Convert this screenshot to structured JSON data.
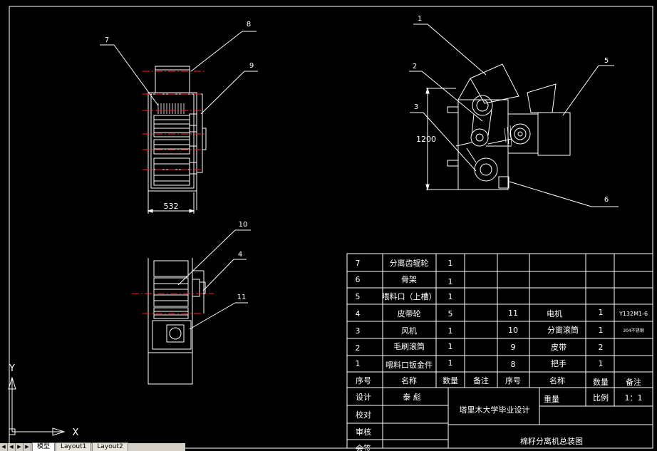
{
  "balloons": {
    "b1": "1",
    "b2": "2",
    "b3": "3",
    "b4": "4",
    "b5": "5",
    "b6": "6",
    "b7": "7",
    "b8": "8",
    "b9": "9",
    "b10": "10",
    "b11": "11"
  },
  "dimensions": {
    "width_label": "532",
    "height_label": "1200"
  },
  "ucs": {
    "y": "Y",
    "x": "X"
  },
  "bom": {
    "left_rows": [
      {
        "no": "7",
        "name": "分离齿辊轮",
        "qty": "1"
      },
      {
        "no": "6",
        "name": "骨架",
        "qty": "1"
      },
      {
        "no": "5",
        "name": "喂料口（上槽）",
        "qty": "1"
      },
      {
        "no": "4",
        "name": "皮带轮",
        "qty": "5"
      },
      {
        "no": "3",
        "name": "风机",
        "qty": "1"
      },
      {
        "no": "2",
        "name": "毛刷滚筒",
        "qty": "1"
      },
      {
        "no": "1",
        "name": "喂料口钣金件",
        "qty": "1"
      }
    ],
    "right_rows": [
      {
        "no": "11",
        "name": "电机",
        "qty": "1",
        "note": "Y132M1-6"
      },
      {
        "no": "10",
        "name": "分离滚筒",
        "qty": "1",
        "note": "304不锈钢"
      },
      {
        "no": "9",
        "name": "皮带",
        "qty": "2",
        "note": ""
      },
      {
        "no": "8",
        "name": "把手",
        "qty": "1",
        "note": ""
      }
    ],
    "header": {
      "no": "序号",
      "name": "名称",
      "qty": "数量",
      "note": "备注",
      "no2": "序号",
      "name2": "名称",
      "qty2": "数量",
      "note2": "备注"
    }
  },
  "title_block": {
    "design_label": "设计",
    "designer": "泰 彪",
    "check_label": "校对",
    "review_label": "审核",
    "school": "塔里木大学毕业设计",
    "weight_label": "重量",
    "scale_label": "比例",
    "scale_value": "1：1",
    "drawing_title": "棉籽分离机总装图",
    "bottom_label": "会签"
  },
  "tabs": {
    "model": "模型",
    "layout1": "Layout1",
    "layout2": "Layout2"
  }
}
